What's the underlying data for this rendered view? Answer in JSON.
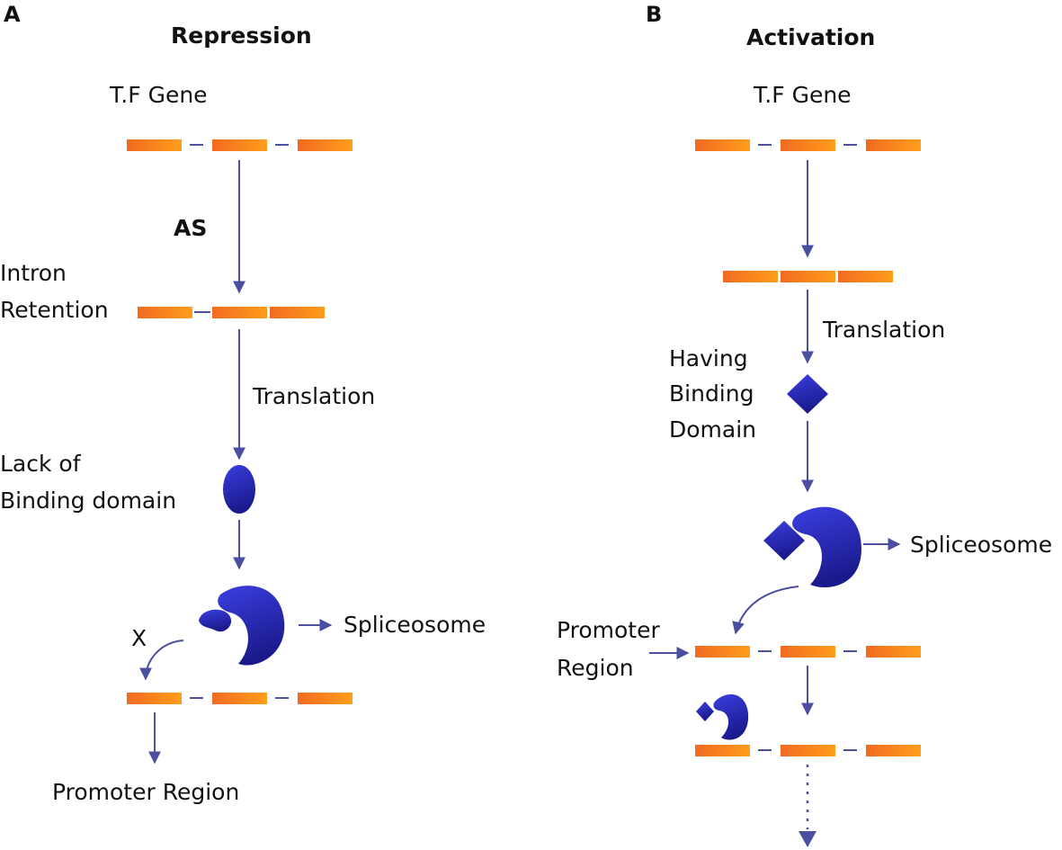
{
  "panels": {
    "a": {
      "letter": "A",
      "title": "Repression",
      "gene_label": "T.F Gene",
      "as_label": "AS",
      "intron_line1": "Intron",
      "intron_line2": "Retention",
      "translation_label": "Translation",
      "lack_line1": "Lack of",
      "lack_line2": "Binding domain",
      "x_mark": "X",
      "spliceosome_label": "Spliceosome",
      "promoter_label": "Promoter Region"
    },
    "b": {
      "letter": "B",
      "title": "Activation",
      "gene_label": "T.F Gene",
      "translation_label": "Translation",
      "having_line1": "Having",
      "having_line2": "Binding",
      "having_line3": "Domain",
      "spliceosome_label": "Spliceosome",
      "promoter_line1": "Promoter",
      "promoter_line2": "Region"
    }
  },
  "colors": {
    "exon_start": "#f26a21",
    "exon_end": "#ff9e1b",
    "arrow": "#4b4fa0",
    "protein_light": "#3b3ee0",
    "protein_dark": "#1a1a8c"
  }
}
